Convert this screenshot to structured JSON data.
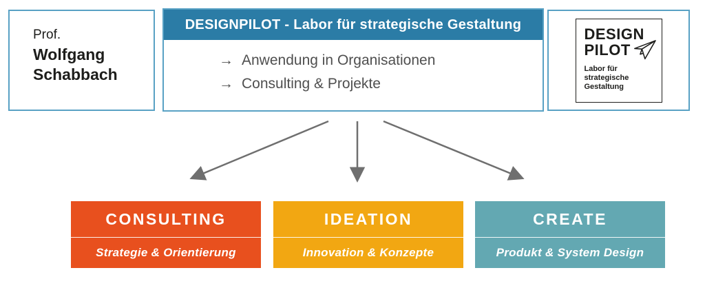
{
  "professor_card": {
    "prefix": "Prof.",
    "first_name": "Wolfgang",
    "last_name": "Schabbach"
  },
  "main_card": {
    "title": "DESIGNPILOT - Labor für strategische Gestaltung",
    "items": [
      {
        "arrow": "→",
        "label": "Anwendung in Organisationen"
      },
      {
        "arrow": "→",
        "label": "Consulting & Projekte"
      }
    ]
  },
  "logo_card": {
    "word1": "DESIGN",
    "word2": "PILOT",
    "tagline_line1": "Labor für",
    "tagline_line2": "strategische",
    "tagline_line3": "Gestaltung"
  },
  "flow_boxes": [
    {
      "title": "CONSULTING",
      "subtitle": "Strategie & Orientierung",
      "color": "#e8501e"
    },
    {
      "title": "IDEATION",
      "subtitle": "Innovation & Konzepte",
      "color": "#f2a712"
    },
    {
      "title": "CREATE",
      "subtitle": "Produkt & System Design",
      "color": "#63a8b2"
    }
  ],
  "colors": {
    "header_bar": "#2b7ca6",
    "card_border": "#58a1c4",
    "arrow": "#6f6f6f"
  }
}
